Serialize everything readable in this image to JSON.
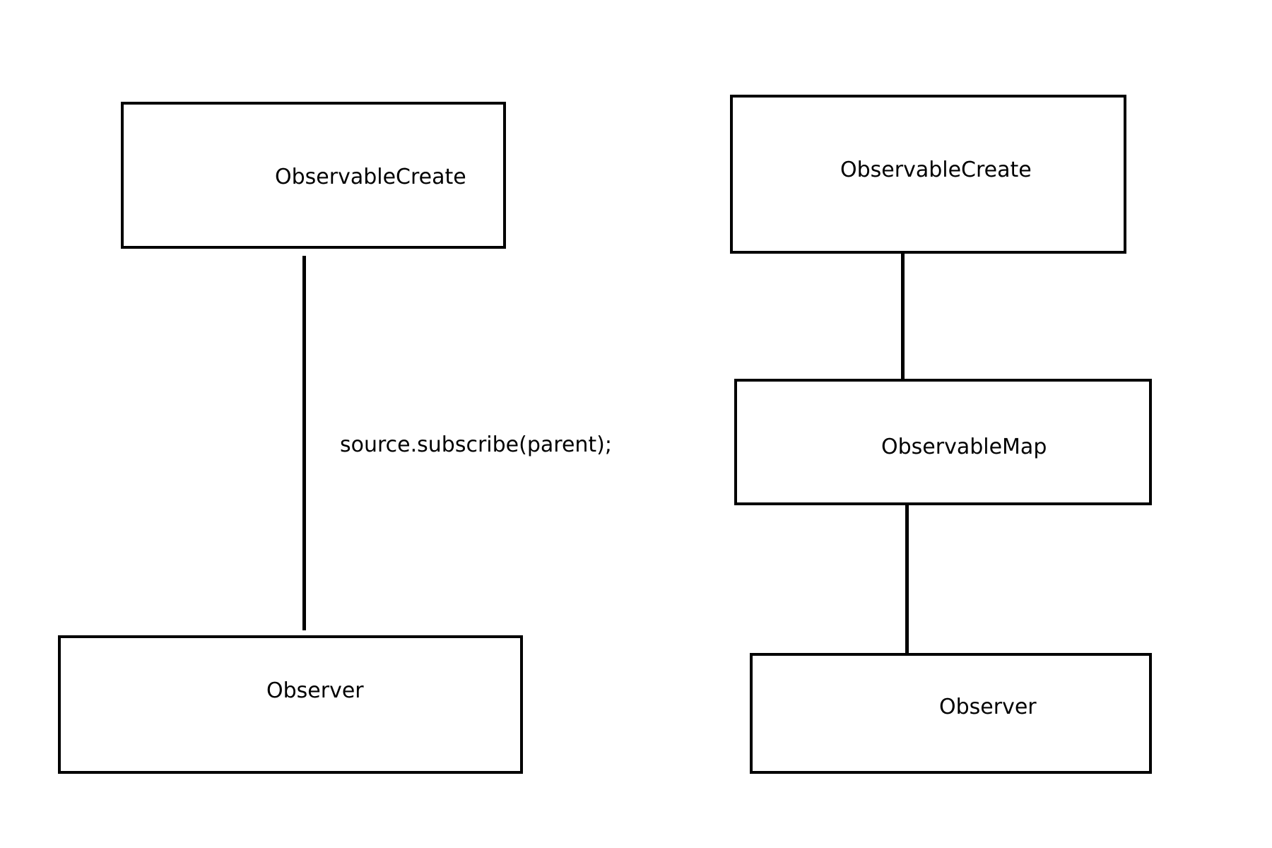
{
  "left_diagram": {
    "top_box": {
      "label": "ObservableCreate"
    },
    "bottom_box": {
      "label": "Observer"
    },
    "annotation": "source.subscribe(parent);"
  },
  "right_diagram": {
    "top_box": {
      "label": "ObservableCreate"
    },
    "middle_box": {
      "label": "ObservableMap"
    },
    "bottom_box": {
      "label": "Observer"
    }
  }
}
